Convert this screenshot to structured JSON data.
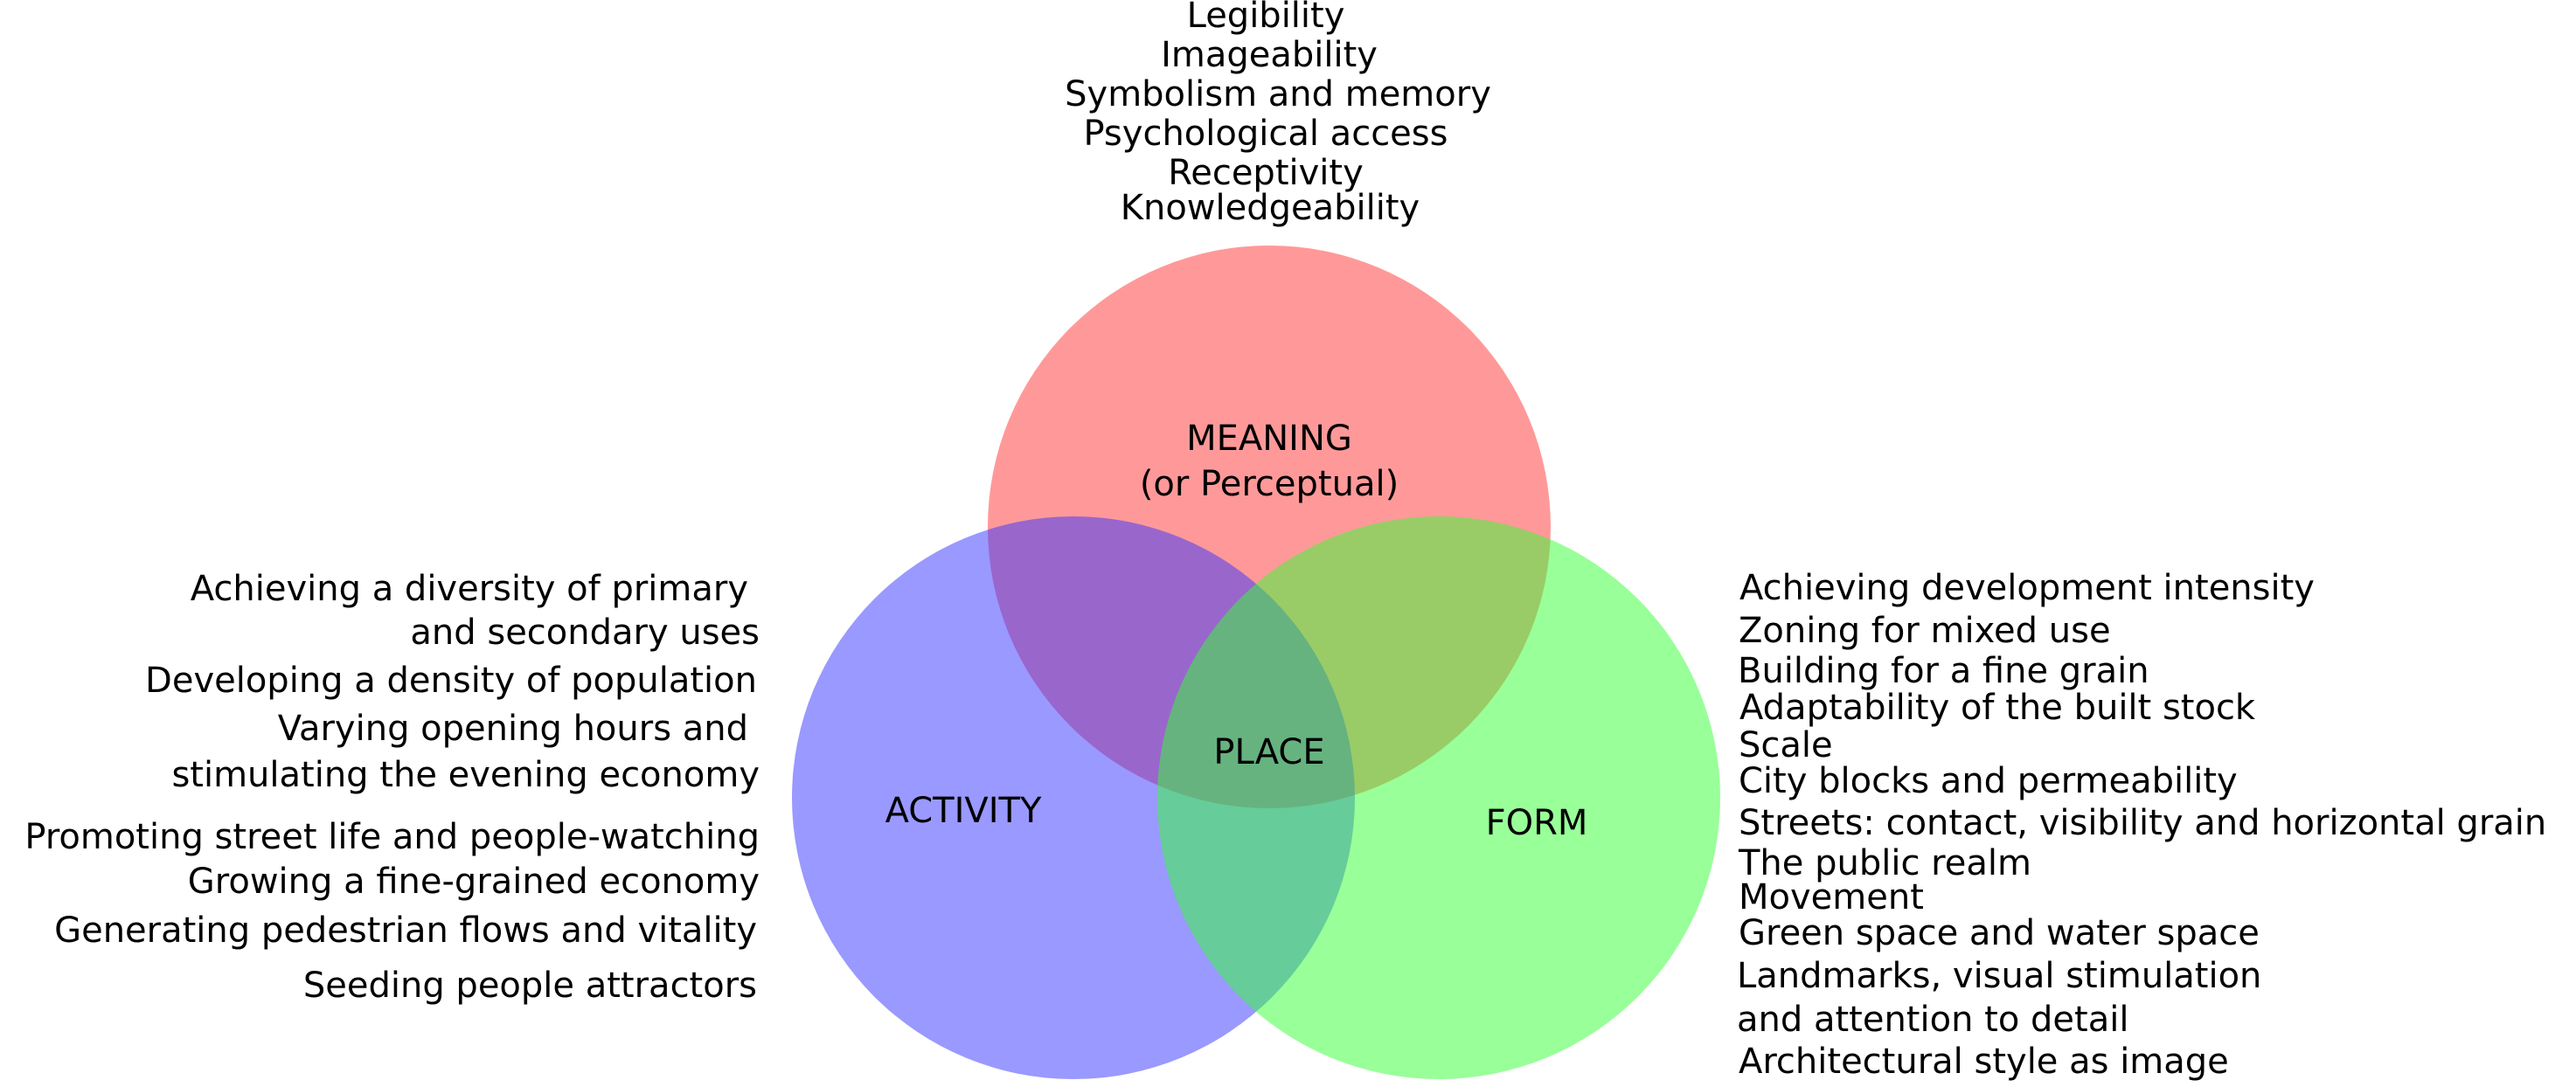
{
  "circles": {
    "meaning": {
      "title": "MEANING",
      "subtitle": "(or Perceptual)",
      "color": "#ff3333"
    },
    "activity": {
      "title": "ACTIVITY",
      "color": "#3333ff"
    },
    "form": {
      "title": "FORM",
      "color": "#33ff33"
    },
    "center": {
      "title": "PLACE"
    }
  },
  "meaning_items": [
    "Legibility",
    "Imageability",
    "Symbolism and memory",
    "Psychological access",
    "Receptivity",
    "Knowledgeability"
  ],
  "activity_items": [
    "Achieving a diversity of primary",
    "and secondary uses",
    "Developing a density of population",
    "Varying opening hours and",
    "stimulating the evening economy",
    "Promoting street life and people-watching",
    "Growing a fine-grained economy",
    "Generating pedestrian flows and vitality",
    "Seeding people attractors"
  ],
  "form_items": [
    "Achieving development intensity",
    "Zoning for mixed use",
    "Building for a fine grain",
    "Adaptability of the built stock",
    "Scale",
    "City blocks and permeability",
    "Streets: contact, visibility and horizontal grain",
    "The public realm",
    "Movement",
    "Green space and water space",
    "Landmarks, visual stimulation",
    "and attention to detail",
    "Architectural style as image"
  ]
}
